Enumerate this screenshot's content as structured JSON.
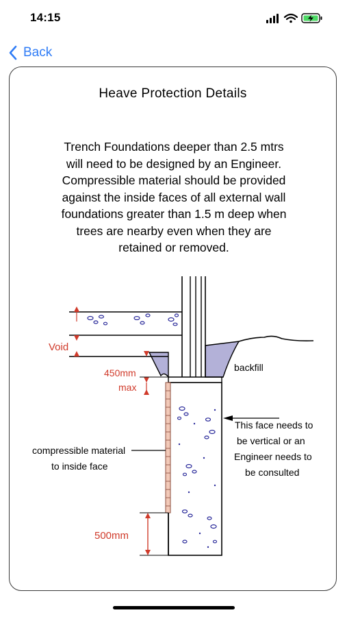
{
  "status_bar": {
    "time": "14:15",
    "icons": [
      "signal-icon",
      "wifi-icon",
      "battery-charging-icon"
    ]
  },
  "nav": {
    "back_label": "Back",
    "accent_color": "#2f7cf6"
  },
  "card": {
    "title": "Heave Protection Details",
    "body_lines": [
      "Trench Foundations deeper than 2.5 mtrs",
      "will need to be designed by an Engineer.",
      "Compressible material should be provided",
      "against the inside faces of all external wall",
      "foundations greater than 1.5 m deep when",
      "trees are nearby even when they are",
      "retained or removed."
    ]
  },
  "diagram": {
    "labels": {
      "void": "Void",
      "gap_450": "450mm",
      "gap_max": "max",
      "backfill": "backfill",
      "compressible_1": "compressible material",
      "compressible_2": "to inside face",
      "face_1": "This face needs to",
      "face_2": "be vertical or an",
      "face_3": "Engineer needs to",
      "face_4": "be consulted",
      "depth_500": "500mm"
    },
    "colors": {
      "dimension_red": "#d03a2a",
      "backfill_fill": "#b3b1d8",
      "aggregate_blue": "#2a2a9a",
      "compressible_fill": "#f2c9b8"
    }
  }
}
